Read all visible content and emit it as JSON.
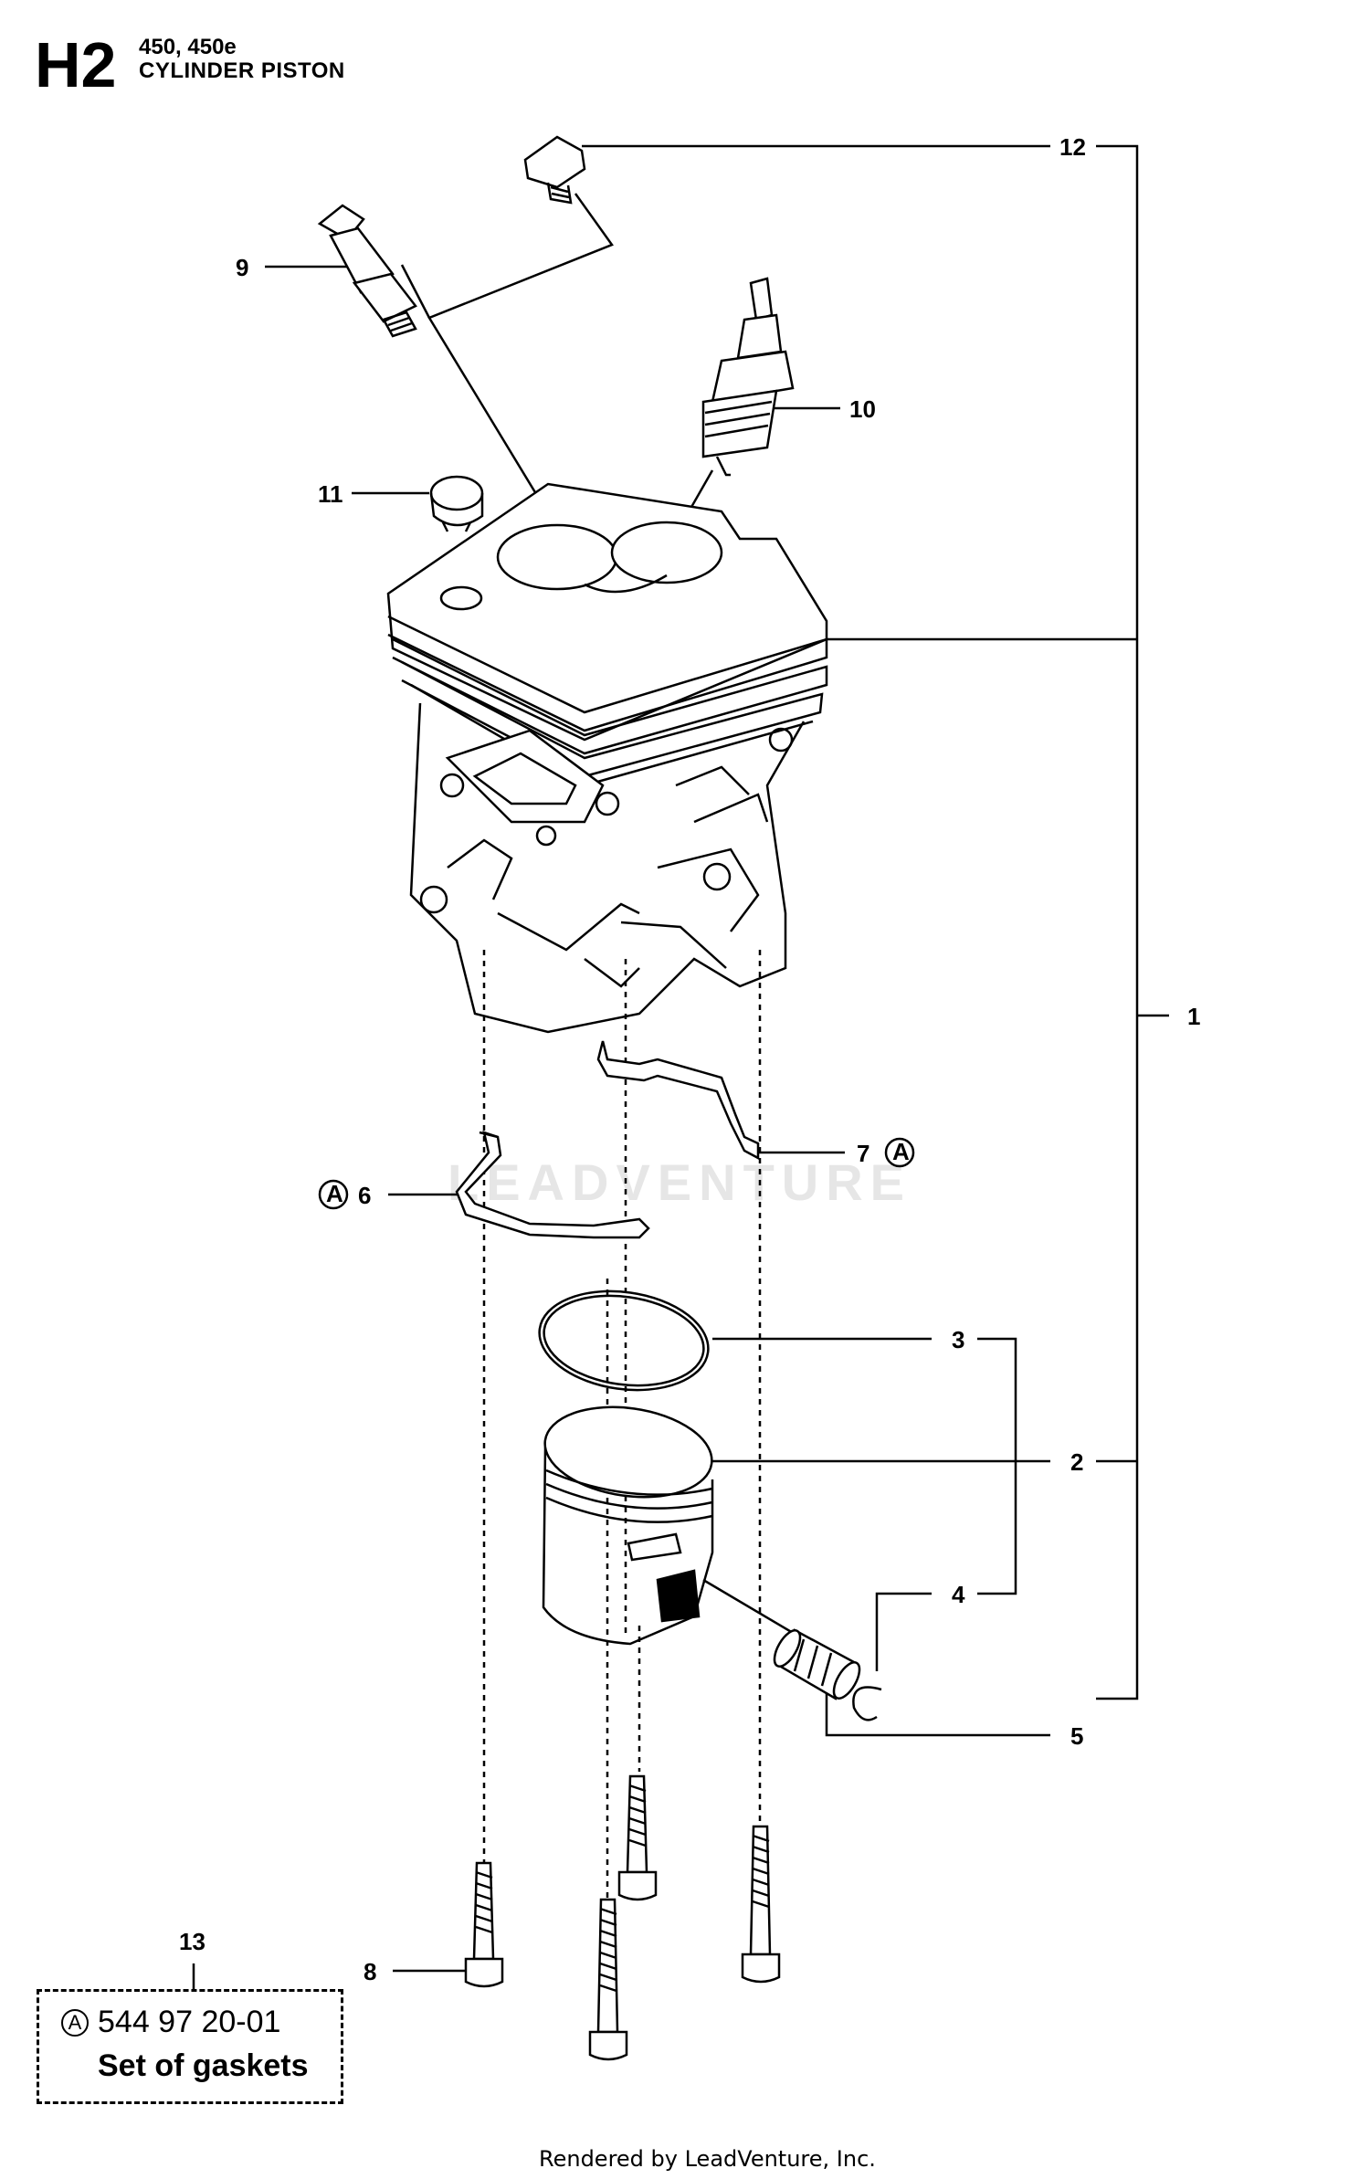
{
  "header": {
    "code": "H2",
    "models": "450, 450e",
    "title": "CYLINDER PISTON"
  },
  "callouts": {
    "c1": "1",
    "c2": "2",
    "c3": "3",
    "c4": "4",
    "c5": "5",
    "c6": "6",
    "c7": "7",
    "c8": "8",
    "c9": "9",
    "c10": "10",
    "c11": "11",
    "c12": "12",
    "c13": "13",
    "kit_marker": "A"
  },
  "kit": {
    "marker": "A",
    "part_number": "544 97 20-01",
    "label": "Set of gaskets"
  },
  "watermark": "LEADVENTURE",
  "footer": "Rendered by LeadVenture, Inc."
}
